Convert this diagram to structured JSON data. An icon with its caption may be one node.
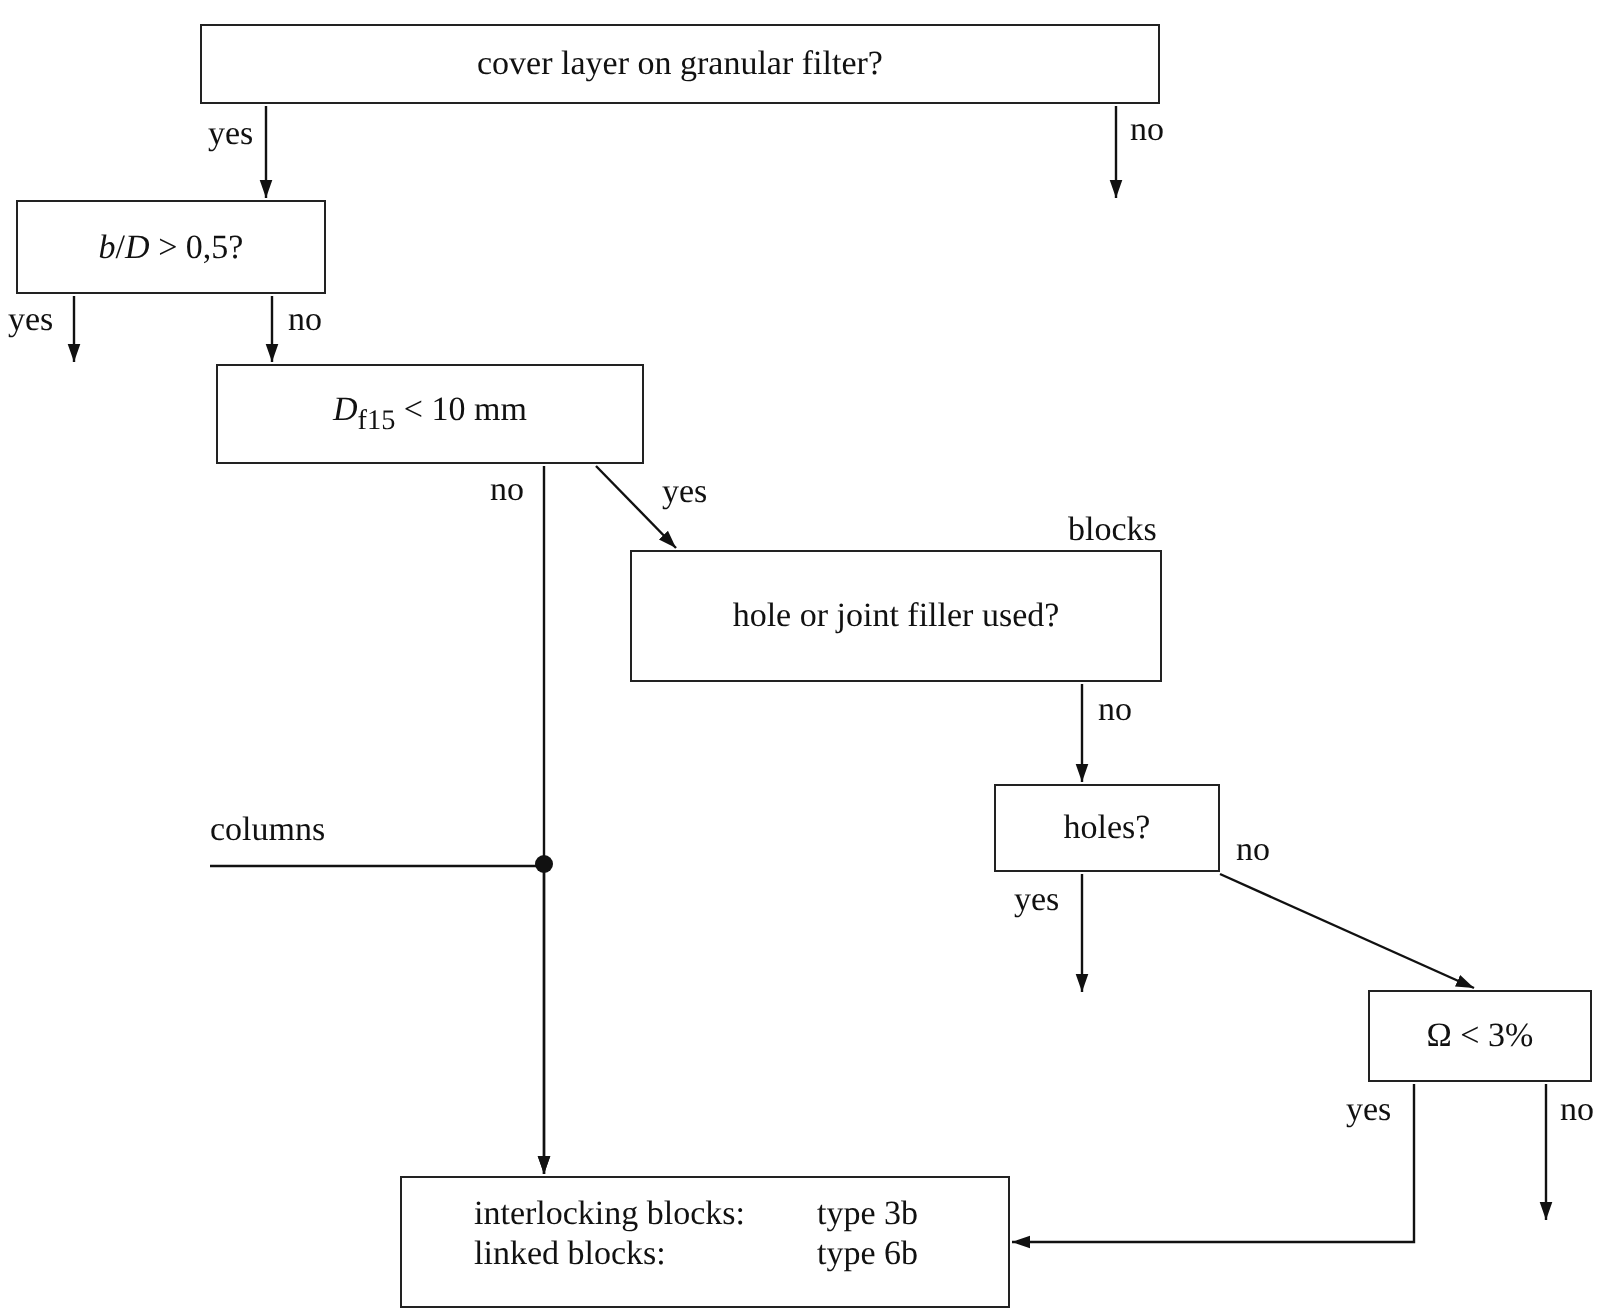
{
  "diagram": {
    "nodes": [
      {
        "text": [
          "cover layer on granular filter?"
        ]
      },
      {
        "text": [
          "*b*/*D* > 0,5?"
        ]
      },
      {
        "text": [
          "*D*$_{f15}$ < 10 mm"
        ]
      },
      {
        "text": [
          "hole or joint filler used?"
        ],
        "beside": [
          "blocks"
        ]
      },
      {
        "text": [
          "holes?"
        ]
      },
      {
        "text": [
          "Ω < 3%"
        ]
      },
      {
        "text": [
          "interlocking blocks:",
          "type 3b",
          "linked blocks:",
          "type 6b"
        ]
      },
      {
        "text": [
          "columns"
        ]
      }
    ],
    "edges": [
      {
        "from": 0,
        "to": 1,
        "arrow": "to",
        "label": "yes"
      },
      {
        "from": 0,
        "to": null,
        "arrow": "to",
        "label": "no"
      },
      {
        "from": 1,
        "to": null,
        "arrow": "to",
        "label": "yes"
      },
      {
        "from": 1,
        "to": 2,
        "arrow": "to",
        "label": "no"
      },
      {
        "from": 2,
        "to": 6,
        "arrow": "to",
        "label": "no"
      },
      {
        "from": 2,
        "to": 3,
        "arrow": "to",
        "label": "yes"
      },
      {
        "from": 7,
        "to": 6,
        "arrow": "to"
      },
      {
        "from": 3,
        "to": 4,
        "arrow": "to",
        "label": "no"
      },
      {
        "from": 4,
        "to": null,
        "arrow": "to",
        "label": "yes"
      },
      {
        "from": 4,
        "to": 5,
        "arrow": "to",
        "label": "no"
      },
      {
        "from": 5,
        "to": 6,
        "arrow": "to",
        "label": "yes"
      },
      {
        "from": 5,
        "to": null,
        "arrow": "to",
        "label": "no"
      }
    ]
  }
}
